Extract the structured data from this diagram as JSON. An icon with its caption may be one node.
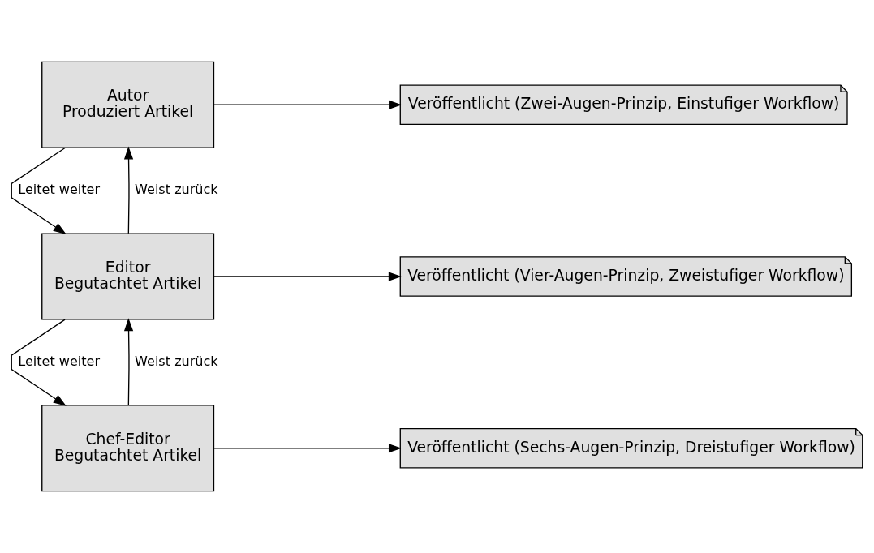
{
  "diagram": {
    "nodes": [
      {
        "text": [
          "Autor",
          "Produziert Artikel"
        ]
      },
      {
        "text": [
          "Editor",
          "Begutachtet Artikel"
        ]
      },
      {
        "text": [
          "Chef-Editor",
          "Begutachtet Artikel"
        ]
      },
      {
        "text": [
          "Veröffentlicht (Zwei-Augen-Prinzip, Einstufiger Workflow)"
        ]
      },
      {
        "text": [
          "Veröffentlicht (Vier-Augen-Prinzip, Zweistufiger Workflow)"
        ]
      },
      {
        "text": [
          "Veröffentlicht (Sechs-Augen-Prinzip, Dreistufiger Workflow)"
        ]
      }
    ],
    "edges": [
      {
        "from": 0,
        "to": 1,
        "arrow": "to",
        "label": "Leitet weiter"
      },
      {
        "from": 1,
        "to": 0,
        "arrow": "to",
        "label": "Weist zurück"
      },
      {
        "from": 1,
        "to": 2,
        "arrow": "to",
        "label": "Leitet weiter"
      },
      {
        "from": 2,
        "to": 1,
        "arrow": "to",
        "label": "Weist zurück"
      },
      {
        "from": 0,
        "to": 3,
        "arrow": "to"
      },
      {
        "from": 1,
        "to": 4,
        "arrow": "to"
      },
      {
        "from": 2,
        "to": 5,
        "arrow": "to"
      }
    ]
  }
}
